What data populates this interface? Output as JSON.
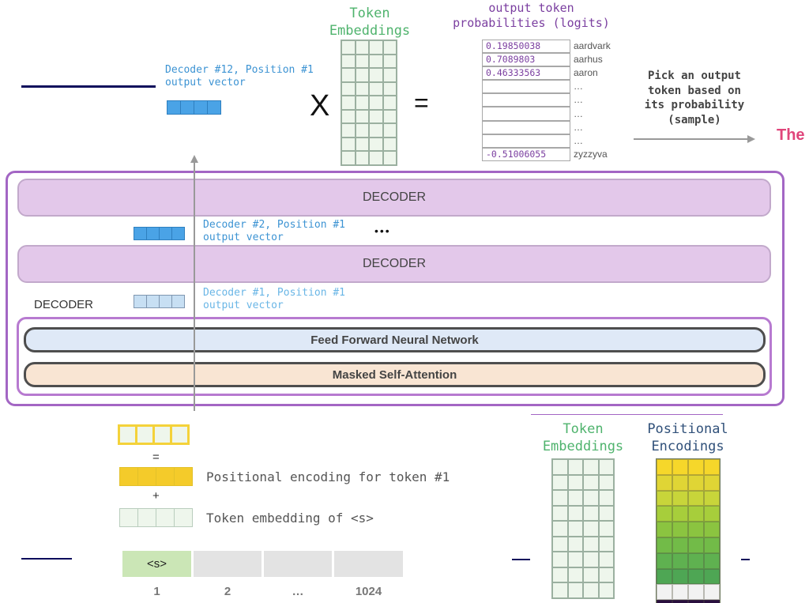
{
  "top": {
    "decoder12_label_line1": "Decoder #12, Position #1",
    "decoder12_label_line2": "output vector",
    "token_embeddings_title_line1": "Token",
    "token_embeddings_title_line2": "Embeddings",
    "multiply_symbol": "X",
    "equals_symbol": "=",
    "logits_title_line1": "output token",
    "logits_title_line2": "probabilities (logits)",
    "logits": [
      {
        "value": "0.19850038",
        "word": "aardvark"
      },
      {
        "value": "0.7089803",
        "word": "aarhus"
      },
      {
        "value": "0.46333563",
        "word": "aaron"
      },
      {
        "value": "",
        "word": "…"
      },
      {
        "value": "",
        "word": "…"
      },
      {
        "value": "",
        "word": "…"
      },
      {
        "value": "",
        "word": "…"
      },
      {
        "value": "",
        "word": "…"
      },
      {
        "value": "-0.51006055",
        "word": "zyzzyva"
      }
    ],
    "pick_line1": "Pick an output",
    "pick_line2": "token based on",
    "pick_line3": "its probability",
    "pick_line4": "(sample)",
    "output_word": "The",
    "output_word_color": "#e0457b"
  },
  "stack": {
    "decoder_top_label": "DECODER",
    "decoder_mid_label": "DECODER",
    "ellipsis": "•••",
    "decoder2_label_line1": "Decoder #2, Position #1",
    "decoder2_label_line2": "output vector",
    "decoder1_label_line1": "Decoder #1, Position #1",
    "decoder1_label_line2": "output vector",
    "decoder_block_label": "DECODER",
    "ffnn_label": "Feed Forward Neural Network",
    "attention_label": "Masked Self-Attention",
    "outer_border_color": "#a366c4"
  },
  "input": {
    "equals": "=",
    "plus": "+",
    "positional_label": "Positional encoding for token #1",
    "embedding_label": "Token embedding of <s>",
    "positions": [
      "<s>",
      "",
      "",
      ""
    ],
    "position_numbers": [
      "1",
      "2",
      "…",
      "1024"
    ]
  },
  "bottom_right": {
    "token_embeddings_line1": "Token",
    "token_embeddings_line2": "Embeddings",
    "positional_line1": "Positional",
    "positional_line2": "Encodings",
    "posenc_row_colors": [
      "#f6d72a",
      "#e0d535",
      "#c8d53a",
      "#a7ce3b",
      "#8bc440",
      "#72bb48",
      "#5fb150",
      "#4ea654",
      "#f2f2f2",
      "#2a0f3f"
    ]
  }
}
